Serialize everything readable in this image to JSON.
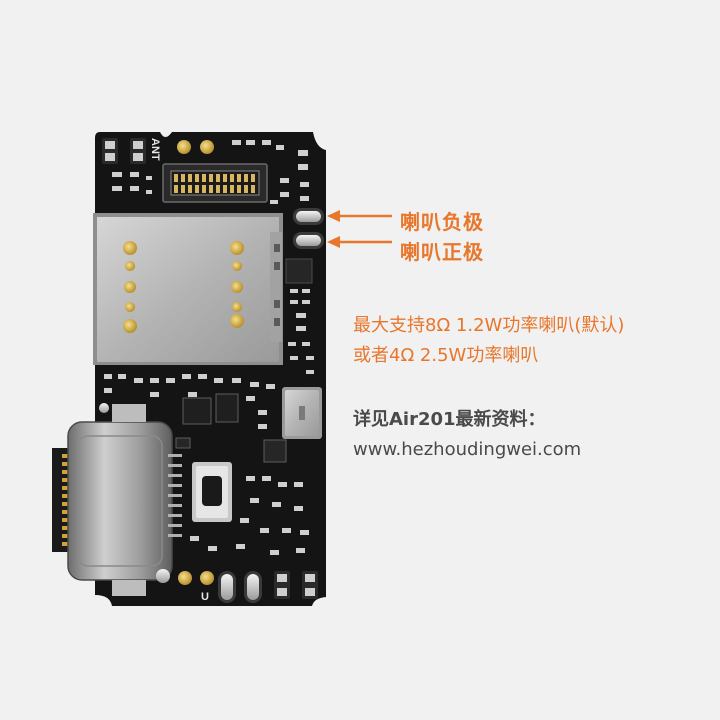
{
  "labels": {
    "speaker_negative": "喇叭负极",
    "speaker_positive": "喇叭正极",
    "support_line1": "最大支持8Ω 1.2W功率喇叭(默认)",
    "support_line2": "或者4Ω 2.5W功率喇叭",
    "info_heading": "详见Air201最新资料：",
    "info_url": "www.hezhoudingwei.com"
  },
  "board": {
    "silkscreen_ant": "ANT",
    "silkscreen_plus": "+",
    "silkscreen_u": "U"
  },
  "colors": {
    "background": "#f1f1f1",
    "accent_orange": "#e8762b",
    "text_gray": "#4a4a4a",
    "pcb": "#141414"
  }
}
